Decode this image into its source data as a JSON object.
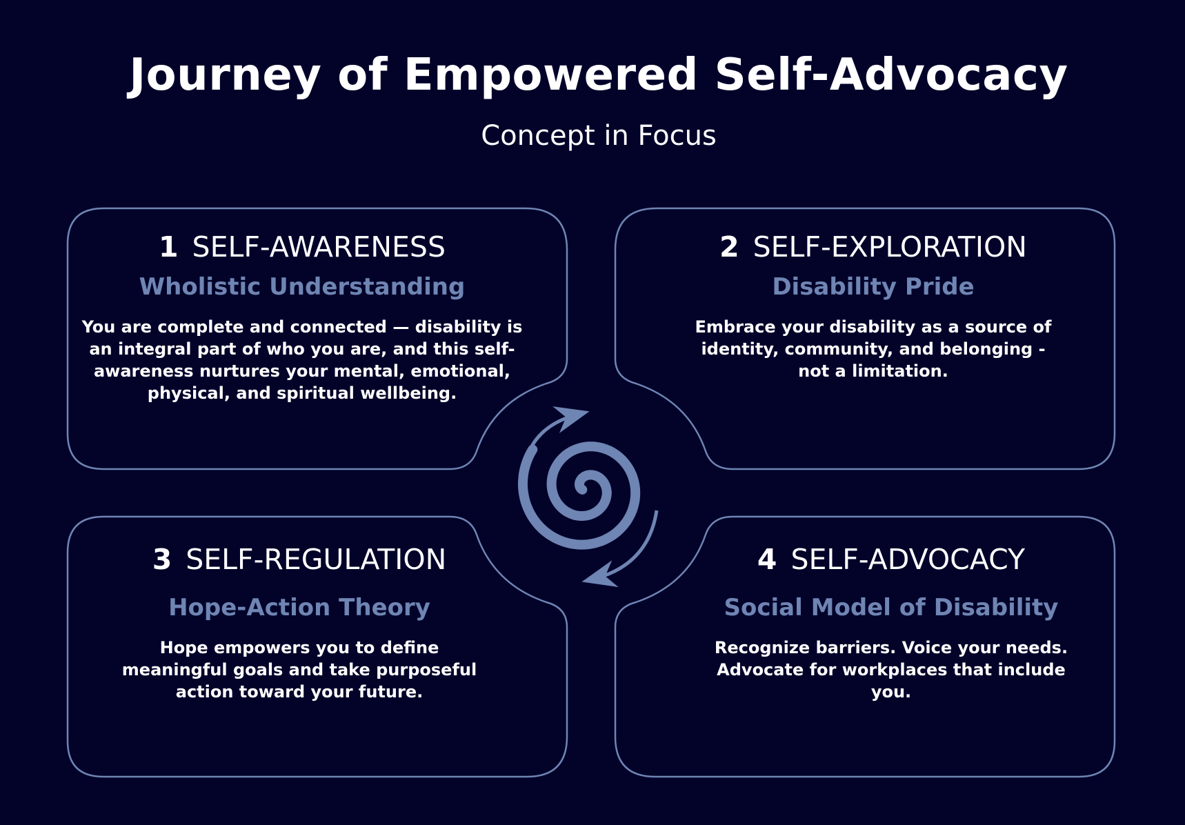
{
  "header": {
    "title": "Journey of Empowered Self-Advocacy",
    "subtitle": "Concept in Focus"
  },
  "colors": {
    "background": "#03032a",
    "card_border": "#6f85b3",
    "accent": "#6f85b3",
    "text": "#ffffff"
  },
  "center": {
    "icon": "spiral-cycle-icon"
  },
  "cards": [
    {
      "number": "1",
      "title": "SELF-AWARENESS",
      "subtitle": "Wholistic Understanding",
      "description": "You are complete and connected — disability is an integral part of who you are, and this self-awareness nurtures your mental, emotional, physical, and spiritual wellbeing."
    },
    {
      "number": "2",
      "title": "SELF-EXPLORATION",
      "subtitle": "Disability Pride",
      "description": "Embrace your disability as a source of identity, community, and belonging - not a limitation."
    },
    {
      "number": "3",
      "title": "SELF-REGULATION",
      "subtitle": "Hope-Action Theory",
      "description": "Hope empowers you to define meaningful goals and take purposeful action toward your future."
    },
    {
      "number": "4",
      "title": "SELF-ADVOCACY",
      "subtitle": "Social Model of Disability",
      "description": "Recognize barriers. Voice your needs. Advocate for workplaces that include you."
    }
  ]
}
